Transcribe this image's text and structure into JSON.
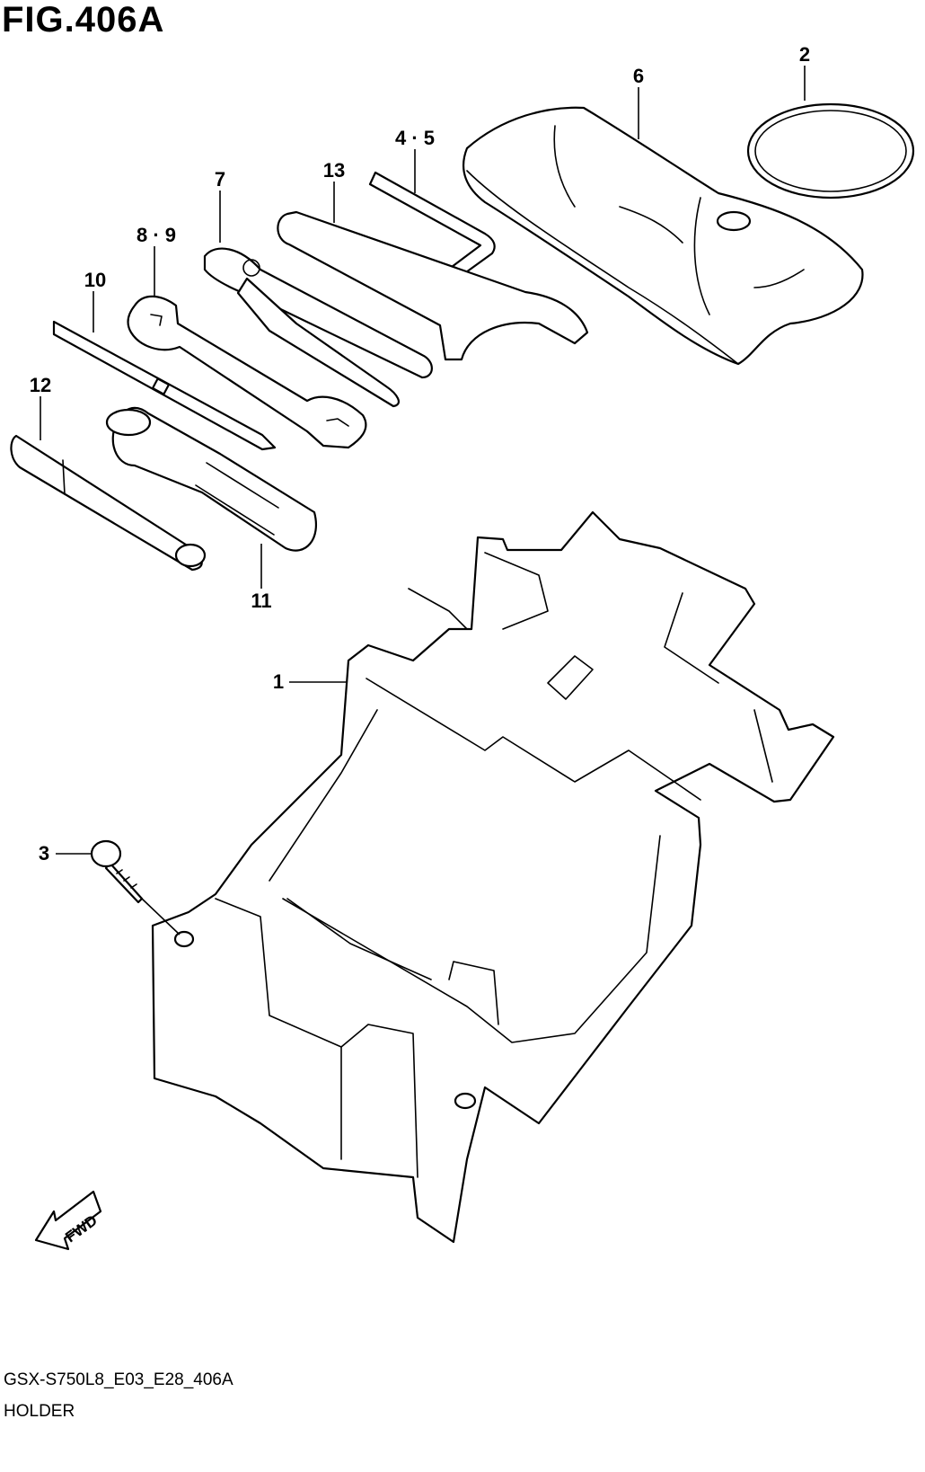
{
  "figure": {
    "title": "FIG.406A",
    "code": "GSX-S750L8_E03_E28_406A",
    "name": "HOLDER"
  },
  "callouts": [
    "1",
    "2",
    "3",
    "4 · 5",
    "6",
    "7",
    "8 · 9",
    "10",
    "11",
    "12",
    "13"
  ],
  "fwd_label": "FWD"
}
